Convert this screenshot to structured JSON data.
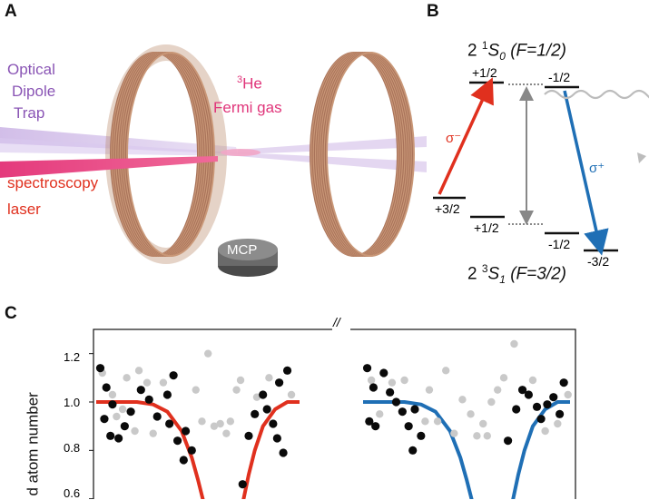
{
  "figure": {
    "panel_a": {
      "letter": "A",
      "labels": {
        "optical_1": "Optical",
        "optical_2": "Dipole",
        "optical_3": "Trap",
        "gas_iso": "3",
        "gas_he": "He",
        "gas_2": "Fermi gas",
        "laser_1": "spectroscopy",
        "laser_2": "laser",
        "mcp": "MCP"
      },
      "colors": {
        "coil": "#c08a6a",
        "trap": "#b08ad0",
        "laser": "#e0306f",
        "label_purple": "#8a55b5",
        "label_pink": "#e0357a",
        "label_red": "#e0301e"
      }
    },
    "panel_b": {
      "letter": "B",
      "top_state": "2 ¹S₀ (F=1/2)",
      "top_state_parts": {
        "n": "2",
        "sup": "1",
        "s": "S",
        "sub": "0",
        "f": "(F=1/2)"
      },
      "bottom_state_parts": {
        "n": "2",
        "sup": "3",
        "s": "S",
        "sub": "1",
        "f": "(F=3/2)"
      },
      "levels": {
        "top_left": "+1/2",
        "top_right": "-1/2",
        "b1": "+3/2",
        "b2": "+1/2",
        "b3": "-1/2",
        "b4": "-3/2"
      },
      "sigma_minus": "σ⁻",
      "sigma_plus": "σ⁺",
      "colors": {
        "sigma_minus": "#e0301e",
        "sigma_plus": "#1f6fb5",
        "gray": "#888888"
      }
    },
    "panel_c": {
      "letter": "C",
      "ylabel": "d atom number",
      "break_mark": "//"
    }
  },
  "chart_data": {
    "type": "scatter",
    "ylabel": "d atom number",
    "yticks": [
      "1.2",
      "1.0",
      "0.8",
      "0.6"
    ],
    "ylim": [
      0.55,
      1.3
    ],
    "subplots": [
      {
        "name": "left",
        "fit_color": "#e0301e",
        "fit": [
          [
            0.0,
            1.0
          ],
          [
            0.2,
            1.0
          ],
          [
            0.28,
            0.99
          ],
          [
            0.35,
            0.96
          ],
          [
            0.42,
            0.88
          ],
          [
            0.47,
            0.77
          ],
          [
            0.5,
            0.68
          ],
          [
            0.53,
            0.58
          ],
          [
            0.72,
            0.58
          ],
          [
            0.75,
            0.7
          ],
          [
            0.78,
            0.8
          ],
          [
            0.82,
            0.9
          ],
          [
            0.88,
            0.97
          ],
          [
            0.94,
            1.0
          ],
          [
            1.0,
            1.0
          ]
        ],
        "black": [
          [
            0.02,
            1.14
          ],
          [
            0.05,
            1.06
          ],
          [
            0.08,
            0.99
          ],
          [
            0.04,
            0.93
          ],
          [
            0.07,
            0.86
          ],
          [
            0.11,
            0.85
          ],
          [
            0.14,
            0.9
          ],
          [
            0.17,
            0.96
          ],
          [
            0.22,
            1.05
          ],
          [
            0.26,
            1.01
          ],
          [
            0.3,
            0.94
          ],
          [
            0.35,
            1.03
          ],
          [
            0.36,
            0.91
          ],
          [
            0.38,
            1.11
          ],
          [
            0.4,
            0.84
          ],
          [
            0.44,
            0.88
          ],
          [
            0.47,
            0.8
          ],
          [
            0.43,
            0.76
          ],
          [
            0.72,
            0.66
          ],
          [
            0.75,
            0.86
          ],
          [
            0.78,
            0.95
          ],
          [
            0.82,
            1.03
          ],
          [
            0.84,
            0.97
          ],
          [
            0.87,
            0.91
          ],
          [
            0.9,
            1.08
          ],
          [
            0.94,
            1.13
          ],
          [
            0.92,
            0.79
          ],
          [
            0.89,
            0.85
          ]
        ],
        "gray": [
          [
            0.03,
            1.12
          ],
          [
            0.08,
            1.03
          ],
          [
            0.1,
            0.94
          ],
          [
            0.15,
            1.1
          ],
          [
            0.19,
            0.88
          ],
          [
            0.21,
            1.13
          ],
          [
            0.28,
            0.87
          ],
          [
            0.33,
            1.08
          ],
          [
            0.49,
            1.05
          ],
          [
            0.52,
            0.92
          ],
          [
            0.55,
            1.2
          ],
          [
            0.58,
            0.9
          ],
          [
            0.61,
            0.91
          ],
          [
            0.64,
            0.87
          ],
          [
            0.66,
            0.92
          ],
          [
            0.69,
            1.05
          ],
          [
            0.71,
            1.09
          ],
          [
            0.79,
            1.02
          ],
          [
            0.85,
            1.1
          ],
          [
            0.96,
            1.03
          ],
          [
            0.13,
            0.97
          ],
          [
            0.25,
            1.08
          ]
        ]
      },
      {
        "name": "right",
        "fit_color": "#1f6fb5",
        "fit": [
          [
            0.0,
            1.0
          ],
          [
            0.2,
            1.0
          ],
          [
            0.28,
            0.99
          ],
          [
            0.35,
            0.96
          ],
          [
            0.42,
            0.88
          ],
          [
            0.47,
            0.77
          ],
          [
            0.5,
            0.68
          ],
          [
            0.53,
            0.58
          ],
          [
            0.72,
            0.58
          ],
          [
            0.75,
            0.7
          ],
          [
            0.78,
            0.8
          ],
          [
            0.82,
            0.9
          ],
          [
            0.88,
            0.97
          ],
          [
            0.94,
            1.0
          ],
          [
            1.0,
            1.0
          ]
        ],
        "black": [
          [
            0.02,
            1.14
          ],
          [
            0.05,
            1.06
          ],
          [
            0.03,
            0.92
          ],
          [
            0.06,
            0.9
          ],
          [
            0.1,
            1.12
          ],
          [
            0.13,
            1.04
          ],
          [
            0.16,
            1.0
          ],
          [
            0.19,
            0.96
          ],
          [
            0.22,
            0.9
          ],
          [
            0.25,
            0.97
          ],
          [
            0.28,
            0.86
          ],
          [
            0.24,
            0.8
          ],
          [
            0.7,
            0.84
          ],
          [
            0.74,
            0.97
          ],
          [
            0.77,
            1.05
          ],
          [
            0.8,
            1.03
          ],
          [
            0.84,
            0.98
          ],
          [
            0.86,
            0.93
          ],
          [
            0.89,
            0.99
          ],
          [
            0.92,
            1.02
          ],
          [
            0.95,
            0.95
          ],
          [
            0.97,
            1.08
          ]
        ],
        "gray": [
          [
            0.04,
            1.09
          ],
          [
            0.08,
            0.95
          ],
          [
            0.14,
            1.08
          ],
          [
            0.2,
            1.09
          ],
          [
            0.32,
            1.05
          ],
          [
            0.36,
            0.92
          ],
          [
            0.4,
            1.13
          ],
          [
            0.44,
            0.87
          ],
          [
            0.48,
            1.01
          ],
          [
            0.52,
            0.95
          ],
          [
            0.55,
            0.86
          ],
          [
            0.58,
            0.91
          ],
          [
            0.62,
            1.0
          ],
          [
            0.65,
            1.05
          ],
          [
            0.68,
            1.1
          ],
          [
            0.73,
            1.24
          ],
          [
            0.82,
            1.09
          ],
          [
            0.88,
            0.88
          ],
          [
            0.94,
            0.91
          ],
          [
            0.99,
            1.03
          ],
          [
            0.3,
            0.92
          ],
          [
            0.6,
            0.86
          ]
        ]
      }
    ]
  }
}
